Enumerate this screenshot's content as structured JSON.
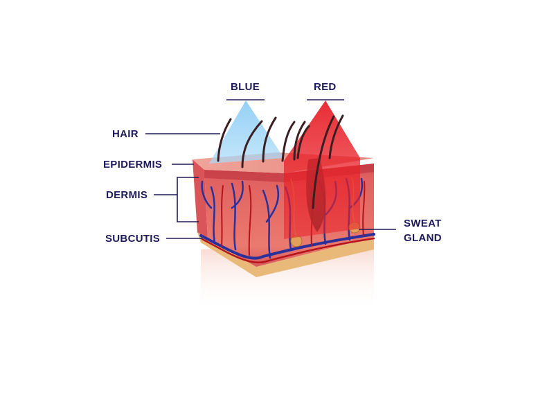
{
  "labels": {
    "blue": "BLUE",
    "red": "RED",
    "hair": "HAIR",
    "epidermis": "EPIDERMIS",
    "dermis": "DERMIS",
    "subcutis": "SUBCUTIS",
    "sweat_gland_line1": "SWEAT",
    "sweat_gland_line2": "GLAND"
  },
  "colors": {
    "label_text": "#1f1a5a",
    "blue_light": "#8fcdf5",
    "red_light": "#e8222a",
    "skin": "#e86b62",
    "vessel_blue": "#2a2f9a",
    "vessel_red": "#b3141b",
    "subcutis": "#e9b97a"
  }
}
